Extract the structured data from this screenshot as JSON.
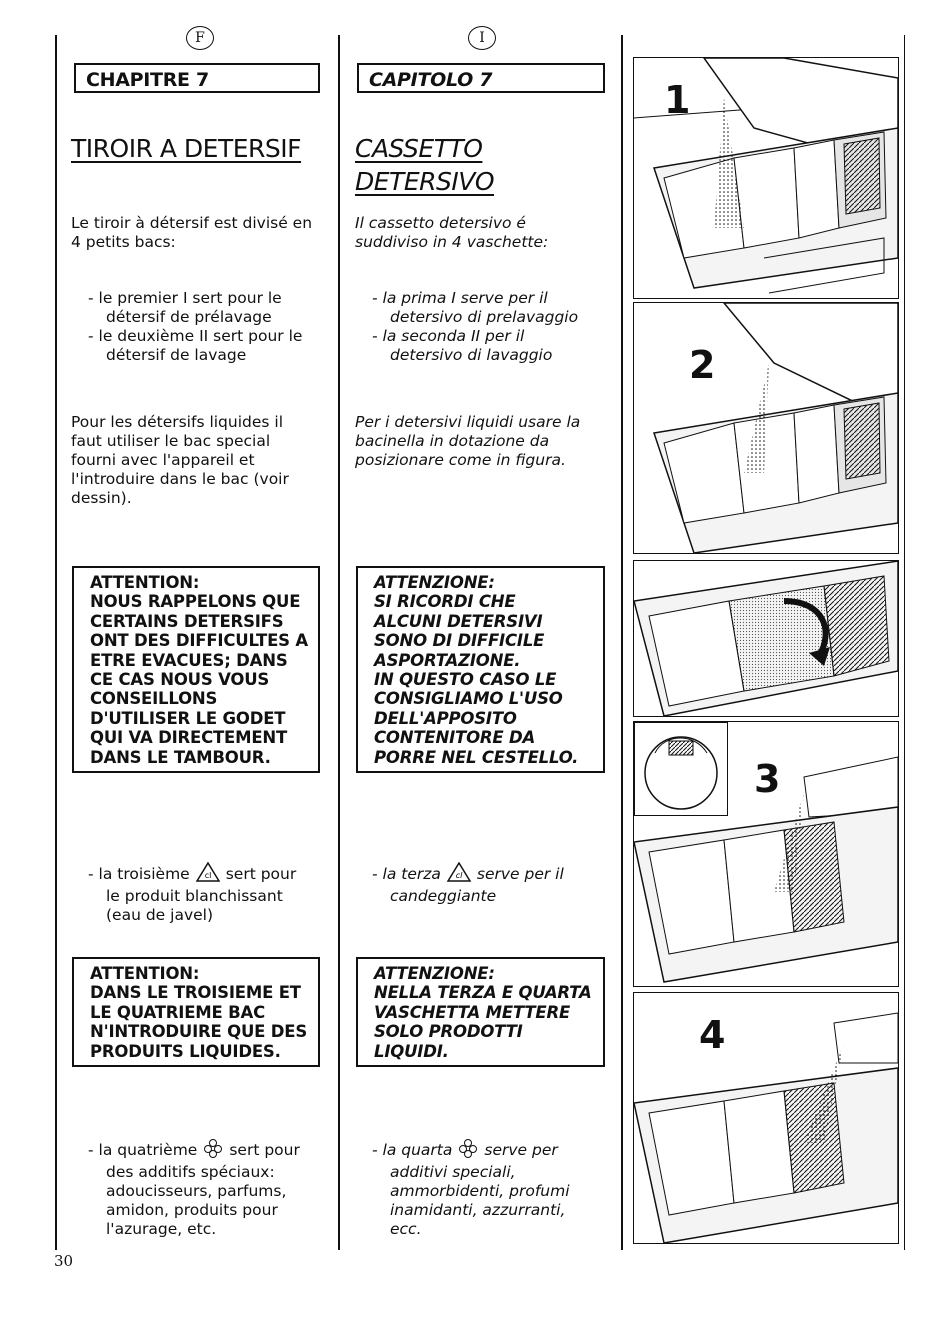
{
  "header": {
    "french_mark": "F",
    "italian_mark": "I"
  },
  "french": {
    "chapter": "CHAPITRE 7",
    "title": "TIROIR A DETERSIF",
    "intro": [
      "Le tiroir à détersif est divisé en",
      "4 petits bacs:"
    ],
    "items": [
      "- le premier I sert pour le",
      "détersif de prélavage",
      "- le deuxième II sert pour le",
      "détersif de lavage"
    ],
    "liquid": [
      "Pour les détersifs liquides il",
      "faut utiliser le bac special",
      "fourni avec l'appareil et",
      "l'introduire dans le bac (voir",
      "dessin)."
    ],
    "warning1": [
      "ATTENTION:",
      "NOUS RAPPELONS QUE",
      "CERTAINS DETERSIFS",
      "ONT DES DIFFICULTES A",
      "ETRE EVACUES; DANS",
      "CE CAS NOUS VOUS",
      "CONSEILLONS",
      "D'UTILISER LE GODET",
      "QUI VA DIRECTEMENT",
      "DANS LE TAMBOUR."
    ],
    "third_pre": "- la troisième",
    "third_post": "sert pour",
    "third_rest": [
      "le produit blanchissant",
      "(eau de javel)"
    ],
    "warning2": [
      "ATTENTION:",
      "DANS LE TROISIEME ET",
      "LE QUATRIEME BAC",
      "N'INTRODUIRE QUE DES",
      "PRODUITS LIQUIDES."
    ],
    "fourth_pre": "- la quatrième",
    "fourth_post": "sert pour",
    "fourth_rest": [
      "des additifs spéciaux:",
      "adoucisseurs, parfums,",
      "amidon, produits pour",
      "l'azurage, etc."
    ]
  },
  "italian": {
    "chapter": "CAPITOLO 7",
    "title": [
      "CASSETTO",
      "DETERSIVO"
    ],
    "intro": [
      "Il cassetto detersivo é",
      "suddiviso in 4 vaschette:"
    ],
    "items": [
      "- la prima I serve per il",
      "detersivo di prelavaggio",
      "- la seconda II per il",
      "detersivo di lavaggio"
    ],
    "liquid": [
      "Per i detersivi liquidi usare la",
      "bacinella in dotazione da",
      "posizionare come in figura."
    ],
    "warning1": [
      "ATTENZIONE:",
      "SI RICORDI CHE",
      "ALCUNI DETERSIVI",
      "SONO DI DIFFICILE",
      "ASPORTAZIONE.",
      "IN QUESTO CASO LE",
      "CONSIGLIAMO L'USO",
      "DELL'APPOSITO",
      "CONTENITORE DA",
      "PORRE NEL CESTELLO."
    ],
    "third_pre": "- la terza",
    "third_post": "serve per il",
    "third_rest": [
      "candeggiante"
    ],
    "warning2": [
      "ATTENZIONE:",
      "NELLA TERZA E QUARTA",
      "VASCHETTA METTERE",
      "SOLO PRODOTTI",
      "LIQUIDI."
    ],
    "fourth_pre": "- la quarta",
    "fourth_post": "serve per",
    "fourth_rest": [
      "additivi speciali,",
      "ammorbidenti, profumi",
      "inamidanti, azzurranti,",
      "ecc."
    ]
  },
  "figures": {
    "steps": [
      "1",
      "2",
      "3",
      "4"
    ]
  },
  "page_number": "30",
  "icons": {
    "bleach": "bleach-triangle-icon",
    "softener": "flower-icon"
  }
}
